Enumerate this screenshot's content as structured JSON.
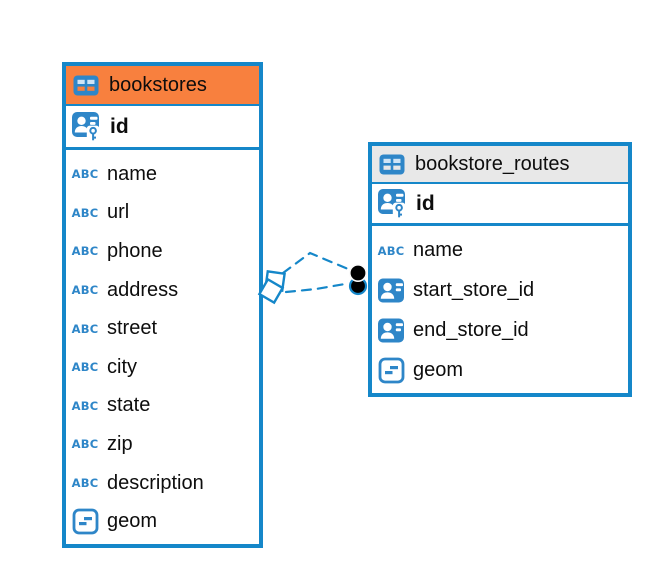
{
  "colors": {
    "accent_blue": "#1587C9",
    "icon_blue": "#2E86C8",
    "bookstores_header": "#F8803E",
    "routes_header": "#E8E8E8",
    "icon_cell_light": "#CFE4F6",
    "text_color": "#0D0D0D",
    "relationship_dot": "#000000",
    "background": "#FFFFFF"
  },
  "icons": {
    "text_type_label": "ABC",
    "table_icon": "table-grid",
    "primary_key_icon": "person-with-key",
    "foreign_key_icon": "person-card",
    "geometry_icon": "rounded-square-dashes"
  },
  "tables": [
    {
      "name": "bookstores",
      "primary_key": "id",
      "columns": [
        "name",
        "url",
        "phone",
        "address",
        "street",
        "city",
        "state",
        "zip",
        "description",
        "geom"
      ],
      "column_types": [
        "text",
        "text",
        "text",
        "text",
        "text",
        "text",
        "text",
        "text",
        "text",
        "geometry"
      ]
    },
    {
      "name": "bookstore_routes",
      "primary_key": "id",
      "columns": [
        "name",
        "start_store_id",
        "end_store_id",
        "geom"
      ],
      "column_types": [
        "text",
        "reference",
        "reference",
        "geometry"
      ]
    }
  ],
  "relationships": [
    {
      "source_table": "bookstores",
      "target_table": "bookstore_routes",
      "line_style": "dashed",
      "source_marker": "diamond",
      "target_marker": "dot"
    },
    {
      "source_table": "bookstores",
      "target_table": "bookstore_routes",
      "line_style": "dashed",
      "source_marker": "diamond",
      "target_marker": "dot"
    }
  ]
}
